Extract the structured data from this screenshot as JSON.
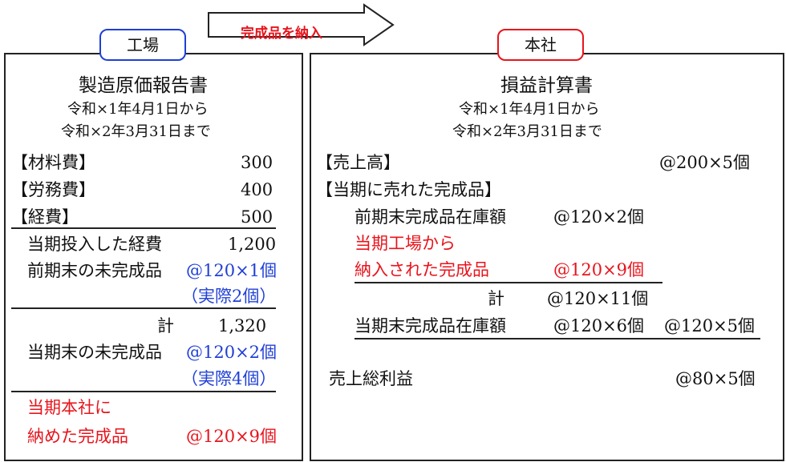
{
  "arrow": {
    "label": "完成品を納入"
  },
  "factory": {
    "tag": "工場",
    "tag_border": "#1f3fd6",
    "title": "製造原価報告書",
    "period_from": "令和×1年4月1日から",
    "period_to": "令和×2年3月31日まで",
    "rows": {
      "materials_label": "【材料費】",
      "materials_value": "300",
      "labor_label": "【労務費】",
      "labor_value": "400",
      "expenses_label": "【経費】",
      "expenses_value": "500",
      "input_label": "当期投入した経費",
      "input_value": "1,200",
      "begin_wip_label": "前期末の未完成品",
      "begin_wip_value": "@120×1個",
      "begin_wip_note": "（実際2個）",
      "total_label": "計",
      "total_value": "1,320",
      "end_wip_label": "当期末の未完成品",
      "end_wip_value": "@120×2個",
      "end_wip_note": "（実際4個）",
      "delivered_label_1": "当期本社に",
      "delivered_label_2": "納めた完成品",
      "delivered_value": "@120×9個"
    }
  },
  "hq": {
    "tag": "本社",
    "tag_border": "#e8141c",
    "title": "損益計算書",
    "period_from": "令和×1年4月1日から",
    "period_to": "令和×2年3月31日まで",
    "rows": {
      "sales_label": "【売上高】",
      "sales_value": "@200×5個",
      "cogs_label": "【当期に売れた完成品】",
      "begin_fg_label": "前期末完成品在庫額",
      "begin_fg_value": "@120×2個",
      "received_label_1": "当期工場から",
      "received_label_2": "納入された完成品",
      "received_value": "@120×9個",
      "total_label": "計",
      "total_value": "@120×11個",
      "end_fg_label": "当期末完成品在庫額",
      "end_fg_value": "@120×6個",
      "cogs_value": "@120×5個",
      "gross_label": "売上総利益",
      "gross_value": "@80×5個"
    }
  },
  "colors": {
    "red": "#e8141c",
    "blue": "#1f3fd6",
    "text": "#111111"
  }
}
